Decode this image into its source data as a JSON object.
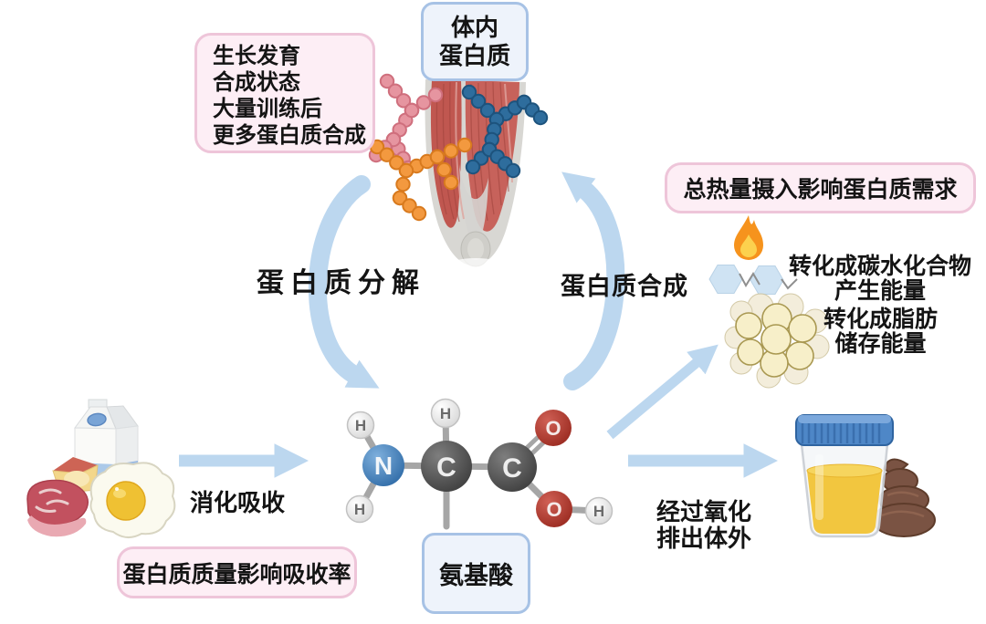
{
  "diagram": {
    "boxes": {
      "growth_factors": "生长发育\n合成状态\n大量训练后\n更多蛋白质合成",
      "body_protein": "体内\n蛋白质",
      "calorie_note": "总热量摄入影响蛋白质需求",
      "quality_note": "蛋白质质量影响吸收率",
      "amino_acid": "氨基酸"
    },
    "arrow_labels": {
      "breakdown": "蛋白质分解",
      "synthesis": "蛋白质合成",
      "digestion": "消化吸收",
      "excretion": "经过氧化\n排出体外"
    },
    "energy_labels": {
      "to_carbohydrate": "转化成碳水化合物\n产生能量",
      "to_fat": "转化成脂肪\n储存能量"
    },
    "molecule": {
      "nitrogen": "N",
      "carbon": "C",
      "oxygen": "O",
      "hydrogen": "H"
    },
    "icons": {
      "flame": "flame-icon",
      "carbohydrate": "hexagon-chain-icon",
      "fat_cells": "fat-cells-icon",
      "muscle": "muscle-icon",
      "protein_chains": "bead-chain-icon",
      "foods": "protein-foods-icon",
      "urine_cup": "urine-sample-cup-icon",
      "feces": "feces-icon"
    },
    "colors": {
      "arrow_blue": "#BCD7EF",
      "pink_box_bg": "#FDEEF5",
      "pink_box_border": "#EEC5D9",
      "blue_box_bg": "#EEF3FB",
      "blue_box_border": "#A7C2E5",
      "nitrogen_blue": "#3D7DBD",
      "oxygen_red": "#B23A32",
      "carbon_gray": "#4A4A4A",
      "muscle_red": "#C25A53",
      "chain_pink": "#E695A0",
      "chain_orange": "#F3993F",
      "chain_blue": "#2E6D9D",
      "flame_orange": "#F6931D",
      "fat_cell_cream": "#F7EFC9",
      "urine_yellow": "#F2C63F",
      "poop_brown": "#7A5343",
      "text": "#141414"
    }
  }
}
